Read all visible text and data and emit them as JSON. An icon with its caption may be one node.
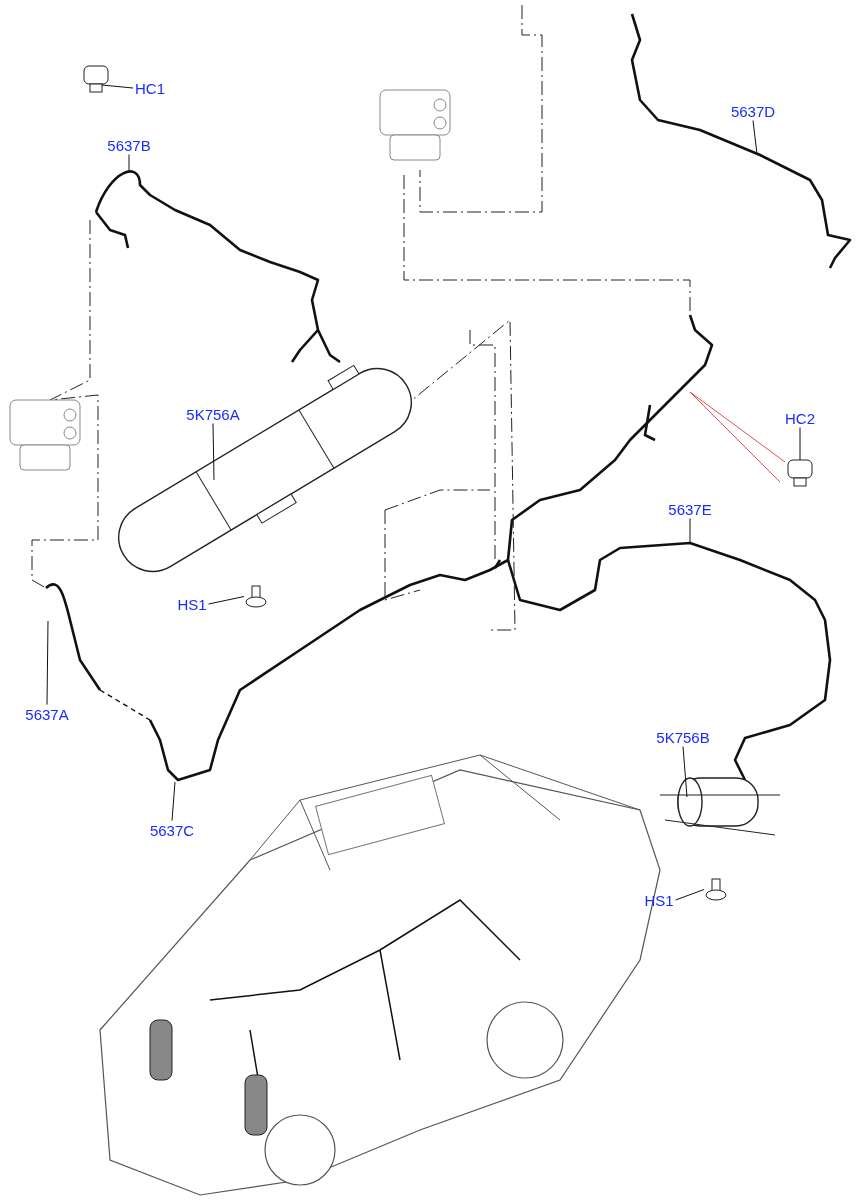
{
  "diagram": {
    "nodes": [
      {
        "text": [
          "HC1"
        ]
      },
      {
        "text": [
          "5637B"
        ]
      },
      {
        "text": [
          "5637D"
        ]
      },
      {
        "text": [
          "5K756A"
        ]
      },
      {
        "text": [
          "HC2"
        ]
      },
      {
        "text": [
          "5637E"
        ]
      },
      {
        "text": [
          "HS1"
        ]
      },
      {
        "text": [
          "5637A"
        ]
      },
      {
        "text": [
          "5637C"
        ]
      },
      {
        "text": [
          "5K756B"
        ]
      },
      {
        "text": [
          "HS1"
        ]
      },
      {
        "text": [],
        "shape": "picture"
      },
      {
        "text": [],
        "shape": "picture"
      }
    ],
    "edges": [
      {
        "from": 0,
        "to": null,
        "arrow": "none"
      },
      {
        "from": 1,
        "to": null,
        "arrow": "none"
      },
      {
        "from": 2,
        "to": null,
        "arrow": "none"
      },
      {
        "from": 3,
        "to": null,
        "arrow": "none"
      },
      {
        "from": 4,
        "to": null,
        "arrow": "none"
      },
      {
        "from": 5,
        "to": null,
        "arrow": "none"
      },
      {
        "from": 6,
        "to": 11,
        "arrow": "none"
      },
      {
        "from": 7,
        "to": null,
        "arrow": "none"
      },
      {
        "from": 8,
        "to": null,
        "arrow": "none"
      },
      {
        "from": 9,
        "to": null,
        "arrow": "none"
      },
      {
        "from": 10,
        "to": 12,
        "arrow": "none"
      }
    ]
  }
}
